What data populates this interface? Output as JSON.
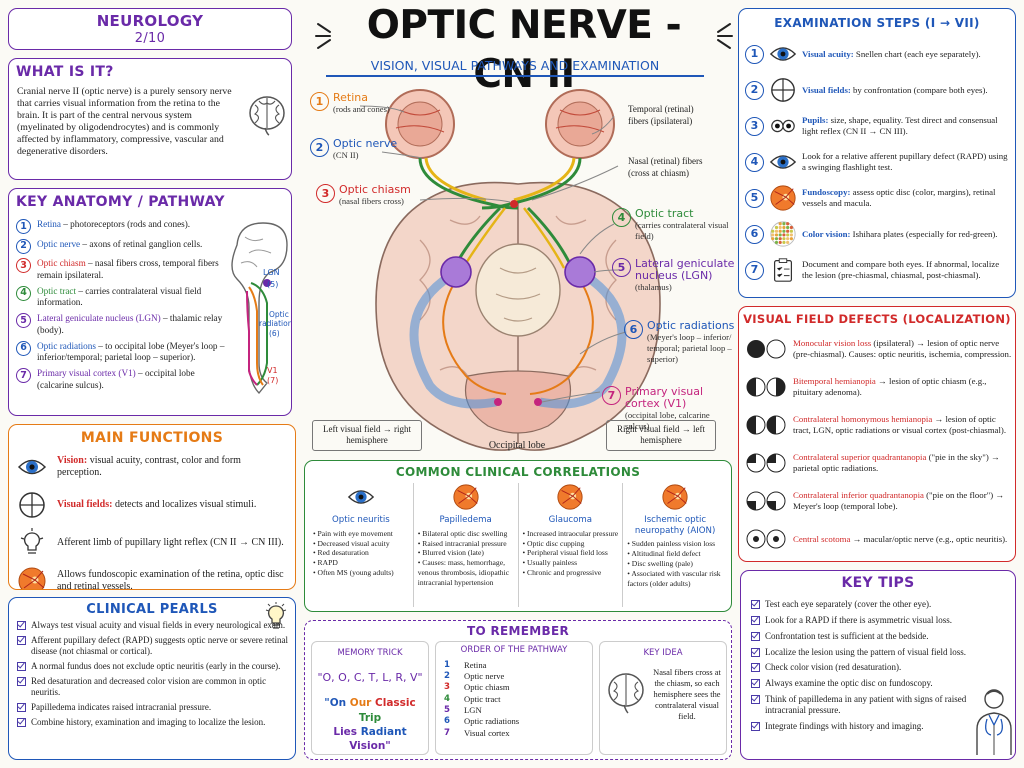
{
  "header": {
    "main_title": "OPTIC NERVE - CN II",
    "subtitle": "VISION, VISUAL PATHWAYS AND EXAMINATION",
    "series": "NEUROLOGY",
    "series_number": "2/10"
  },
  "colors": {
    "purple": "#6a2aa8",
    "blue": "#1f57b8",
    "orange": "#e57b16",
    "green": "#2e8b3a",
    "red": "#d12a2a",
    "teal": "#2a9d92"
  },
  "what": {
    "title": "WHAT IS IT?",
    "text": "Cranial nerve II (optic nerve) is a purely sensory nerve that carries visual information from the retina to the brain. It is part of the central nervous system (myelinated by oligodendrocytes) and is commonly affected by inflammatory, compressive, vascular and degenerative disorders."
  },
  "anatomy": {
    "title": "KEY ANATOMY / PATHWAY",
    "items": [
      {
        "n": "1",
        "term": "Retina",
        "desc": " – photoreceptors (rods and cones).",
        "color": "#1f57b8"
      },
      {
        "n": "2",
        "term": "Optic nerve",
        "desc": " – axons of retinal ganglion cells.",
        "color": "#1f57b8"
      },
      {
        "n": "3",
        "term": "Optic chiasm",
        "desc": " – nasal fibers cross, temporal fibers remain ipsilateral.",
        "color": "#d12a2a"
      },
      {
        "n": "4",
        "term": "Optic tract",
        "desc": " – carries contralateral visual field information.",
        "color": "#2e8b3a"
      },
      {
        "n": "5",
        "term": "Lateral geniculate nucleus (LGN)",
        "desc": " – thalamic relay (body).",
        "color": "#6a2aa8"
      },
      {
        "n": "6",
        "term": "Optic radiations",
        "desc": " – to occipital lobe (Meyer's loop – inferior/temporal; parietal loop – superior).",
        "color": "#1f57b8"
      },
      {
        "n": "7",
        "term": "Primary visual cortex (V1)",
        "desc": " – occipital lobe (calcarine sulcus).",
        "color": "#6a2aa8"
      }
    ],
    "diagram_labels": {
      "lgn": "LGN",
      "lgn_n": "(5)",
      "rad": "Optic",
      "rad2": "radiations",
      "rad_n": "(6)",
      "v1": "V1",
      "v1_n": "(7)"
    }
  },
  "functions": {
    "title": "MAIN FUNCTIONS",
    "items": [
      {
        "term": "Vision:",
        "desc": " visual acuity, contrast, color and form perception.",
        "icon": "eye-icon"
      },
      {
        "term": "Visual fields:",
        "desc": " detects and localizes visual stimuli.",
        "icon": "visual-field-icon"
      },
      {
        "term": "",
        "desc": "Afferent limb of pupillary light reflex (CN II → CN III).",
        "icon": "light-bulb-icon"
      },
      {
        "term": "",
        "desc": "Allows fundoscopic examination of the retina, optic disc and retinal vessels.",
        "icon": "fundus-icon"
      }
    ]
  },
  "pearls": {
    "title": "CLINICAL PEARLS",
    "items": [
      "Always test visual acuity and visual fields in every neurological exam.",
      "Afferent pupillary defect (RAPD) suggests optic nerve or severe retinal disease (not chiasmal or cortical).",
      "A normal fundus does not exclude optic neuritis (early in the course).",
      "Red desaturation and decreased color vision are common in optic neuritis.",
      "Papilledema indicates raised intracranial pressure.",
      "Combine history, examination and imaging to localize the lesion."
    ]
  },
  "diagram": {
    "labels": [
      {
        "n": "1",
        "title": "Retina",
        "sub": "(rods and cones)",
        "color": "#e57b16"
      },
      {
        "n": "2",
        "title": "Optic nerve",
        "sub": "(CN II)",
        "color": "#1f57b8"
      },
      {
        "n": "3",
        "title": "Optic chiasm",
        "sub": "(nasal fibers cross)",
        "color": "#d12a2a"
      },
      {
        "n": "4",
        "title": "Optic tract",
        "sub": "(carries contralateral visual field)",
        "color": "#2e8b3a"
      },
      {
        "n": "5",
        "title": "Lateral geniculate nucleus (LGN)",
        "sub": "(thalamus)",
        "color": "#6a2aa8"
      },
      {
        "n": "6",
        "title": "Optic radiations",
        "sub": "(Meyer's loop – inferior/ temporal; parietal loop – superior)",
        "color": "#1f57b8"
      },
      {
        "n": "7",
        "title": "Primary visual cortex (V1)",
        "sub": "(occipital lobe, calcarine sulcus)",
        "color": "#c4247e"
      }
    ],
    "temporal": "Temporal (retinal) fibers (ipsilateral)",
    "nasal": "Nasal (retinal) fibers (cross at chiasm)",
    "left_field": "Left visual field → right hemisphere",
    "right_field": "Right visual field → left hemisphere",
    "occipital": "Occipital lobe"
  },
  "correlations": {
    "title": "COMMON CLINICAL CORRELATIONS",
    "items": [
      {
        "name": "Optic neuritis",
        "points": [
          "Pain with eye movement",
          "Decreased visual acuity",
          "Red desaturation",
          "RAPD",
          "Often MS (young adults)"
        ]
      },
      {
        "name": "Papilledema",
        "points": [
          "Bilateral optic disc swelling",
          "Raised intracranial pressure",
          "Blurred vision (late)",
          "Causes: mass, hemorrhage, venous thrombosis, idiopathic intracranial hypertension"
        ]
      },
      {
        "name": "Glaucoma",
        "points": [
          "Increased intraocular pressure",
          "Optic disc cupping",
          "Peripheral visual field loss",
          "Usually painless",
          "Chronic and progressive"
        ]
      },
      {
        "name": "Ischemic optic neuropathy (AION)",
        "points": [
          "Sudden painless vision loss",
          "Altitudinal field defect",
          "Disc swelling (pale)",
          "Associated with vascular risk factors (older adults)"
        ]
      }
    ]
  },
  "remember": {
    "title": "TO REMEMBER",
    "memory": {
      "title": "MEMORY TRICK",
      "letters": "\"O, O, C, T, L, R, V\"",
      "w1": "\"On",
      "w2": "Our",
      "w3": "Classic",
      "w4": "Trip",
      "w5": "Lies",
      "w6": "Radiant",
      "w7": "Vision\""
    },
    "order": {
      "title": "ORDER OF THE PATHWAY",
      "items": [
        [
          "1",
          "Retina"
        ],
        [
          "2",
          "Optic nerve"
        ],
        [
          "3",
          "Optic chiasm"
        ],
        [
          "4",
          "Optic tract"
        ],
        [
          "5",
          "LGN"
        ],
        [
          "6",
          "Optic radiations"
        ],
        [
          "7",
          "Visual cortex"
        ]
      ]
    },
    "key": {
      "title": "KEY IDEA",
      "text": "Nasal fibers cross at the chiasm, so each hemisphere sees the contralateral visual field."
    }
  },
  "exam": {
    "title": "EXAMINATION STEPS (I → VII)",
    "items": [
      {
        "n": "1",
        "term": "Visual acuity:",
        "desc": " Snellen chart (each eye separately).",
        "icon": "eye-icon"
      },
      {
        "n": "2",
        "term": "Visual fields:",
        "desc": " by confrontation (compare both eyes).",
        "icon": "visual-field-icon"
      },
      {
        "n": "3",
        "term": "Pupils:",
        "desc": " size, shape, equality. Test direct and consensual light reflex (CN II → CN III).",
        "icon": "pupils-icon"
      },
      {
        "n": "4",
        "term": "",
        "desc": "Look for a relative afferent pupillary defect (RAPD) using a swinging flashlight test.",
        "icon": "eye-icon"
      },
      {
        "n": "5",
        "term": "Fundoscopy:",
        "desc": " assess optic disc (color, margins), retinal vessels and macula.",
        "icon": "fundus-icon"
      },
      {
        "n": "6",
        "term": "Color vision:",
        "desc": " Ishihara plates (especially for red-green).",
        "icon": "ishihara-icon"
      },
      {
        "n": "7",
        "term": "",
        "desc": "Document and compare both eyes. If abnormal, localize the lesion (pre-chiasmal, chiasmal, post-chiasmal).",
        "icon": "clipboard-icon"
      }
    ]
  },
  "defects": {
    "title": "VISUAL FIELD DEFECTS (LOCALIZATION)",
    "items": [
      {
        "term": "Monocular vision loss",
        "desc": " (ipsilateral) → lesion of optic nerve (pre-chiasmal). Causes: optic neuritis, ischemia, compression."
      },
      {
        "term": "Bitemporal hemianopia",
        "desc": " → lesion of optic chiasm (e.g., pituitary adenoma)."
      },
      {
        "term": "Contralateral homonymous hemianopia",
        "desc": " → lesion of optic tract, LGN, optic radiations or visual cortex (post-chiasmal)."
      },
      {
        "term": "Contralateral superior quadrantanopia",
        "desc": " (\"pie in the sky\") → parietal optic radiations."
      },
      {
        "term": "Contralateral inferior quadrantanopia",
        "desc": " (\"pie on the floor\") → Meyer's loop (temporal lobe)."
      },
      {
        "term": "Central scotoma",
        "desc": " → macular/optic nerve (e.g., optic neuritis)."
      }
    ]
  },
  "tips": {
    "title": "KEY TIPS",
    "items": [
      "Test each eye separately (cover the other eye).",
      "Look for a RAPD if there is asymmetric visual loss.",
      "Confrontation test is sufficient at the bedside.",
      "Localize the lesion using the pattern of visual field loss.",
      "Check color vision (red desaturation).",
      "Always examine the optic disc on fundoscopy.",
      "Think of papilledema in any patient with signs of raised intracranial pressure.",
      "Integrate findings with history and imaging."
    ]
  }
}
